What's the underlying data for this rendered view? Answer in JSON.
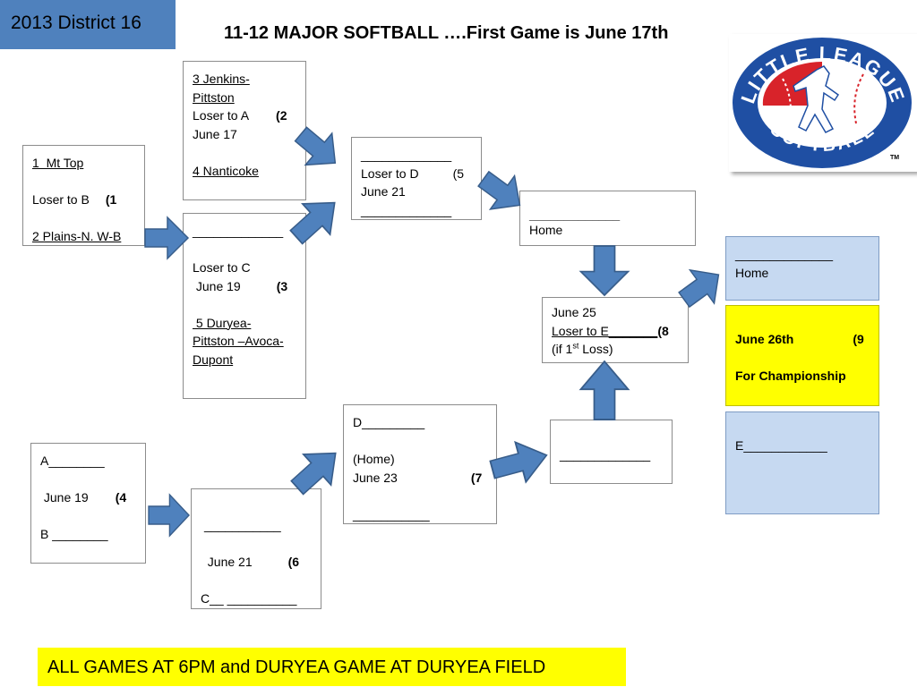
{
  "district_label": "2013 District 16",
  "title": "11-12 MAJOR SOFTBALL ….First Game is June 17th",
  "footer": "ALL GAMES AT 6PM and DURYEA GAME AT DURYEA FIELD",
  "logo": {
    "top_text": "LITTLE LEAGUE",
    "bottom_text": "SOFTBALL",
    "trademark": "TM",
    "colors": {
      "ring": "#1f4fa3",
      "red": "#d8232a",
      "white": "#ffffff"
    }
  },
  "colors": {
    "arrow_fill": "#4f81bd",
    "arrow_stroke": "#385d8a",
    "badge": "#4f81bd",
    "highlight": "#ffff00",
    "light_blue": "#c6d9f1"
  },
  "games": {
    "g1": {
      "team_top": "1  Mt Top",
      "loser": "Loser to B",
      "game_no": "(1",
      "team_bottom": "2 Plains-N. W-B"
    },
    "g2": {
      "team_top_line1": "3 Jenkins-",
      "team_top_line2": "Pittston",
      "loser": "Loser to A",
      "game_no": "(2",
      "date": "June 17",
      "team_bottom": "4 Nanticoke"
    },
    "g3": {
      "slot_top": "_____________",
      "loser": "Loser to C",
      "date": " June 19",
      "game_no": "(3",
      "team_bottom_line1": " 5 Duryea-",
      "team_bottom_line2": "Pittston –Avoca-",
      "team_bottom_line3": "Dupont"
    },
    "g4": {
      "slot_top": "A________",
      "date": " June 19",
      "game_no": "(4",
      "slot_bottom": "B ________"
    },
    "g5": {
      "slot_top": "_____________",
      "loser": "Loser to D",
      "game_no": "(5",
      "date": "June 21",
      "slot_bottom": "_____________"
    },
    "g6": {
      "slot_top": "___________",
      "date": "  June 21",
      "game_no": "(6",
      "slot_bottom": "C__ __________"
    },
    "g7": {
      "slot_top": "D_________",
      "home": "(Home)",
      "date": "June 23",
      "game_no": "(7",
      "slot_bottom": "___________"
    },
    "winner_upper": {
      "slot": "_____________",
      "home": "Home"
    },
    "winner_lower": {
      "slot": "_____________"
    },
    "g8": {
      "date": "June 25",
      "loser": "Loser to E_______",
      "game_no": "(8",
      "note_prefix": "(if 1",
      "note_sup": "st",
      "note_suffix": " Loss)"
    },
    "final_top": {
      "slot": "______________",
      "home": "Home"
    },
    "g9": {
      "date": "June 26th",
      "game_no": "(9",
      "label": "For Championship"
    },
    "final_bottom": {
      "slot": "E____________"
    }
  }
}
